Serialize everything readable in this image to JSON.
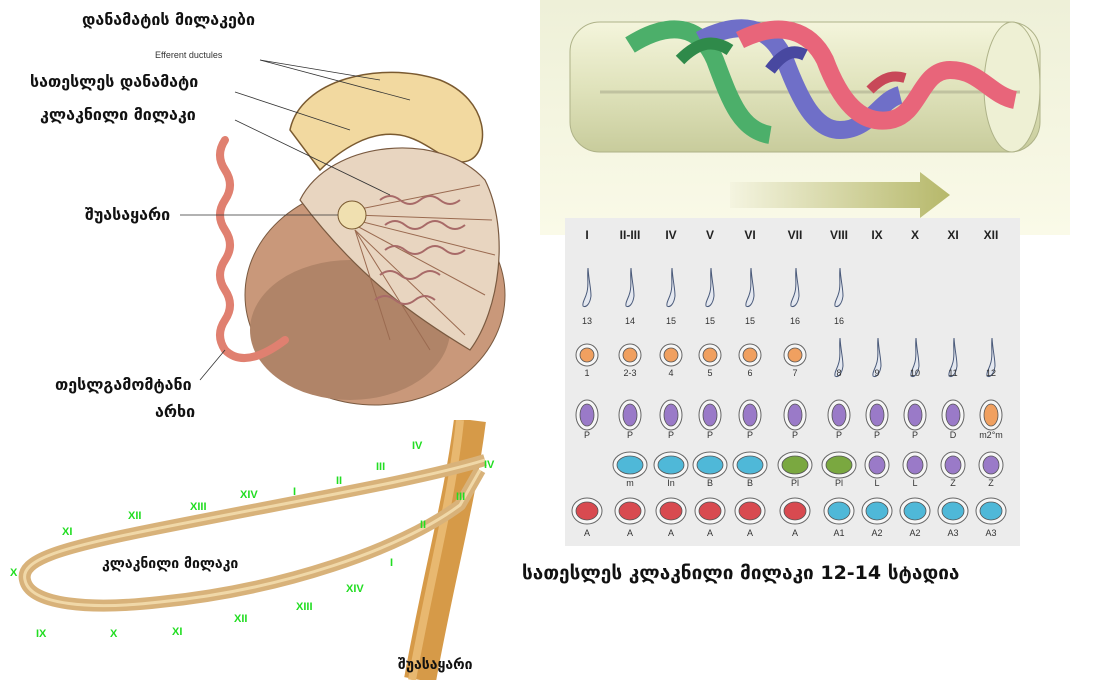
{
  "testis_labels": {
    "efferent_ductules_ka": "დანამატის მილაკები",
    "efferent_ductules_en": "Efferent ductules",
    "epididymis": "სათესლეს დანამატი",
    "seminiferous_tubule": "კლაკნილი მილაკი",
    "rete_testis": "შუასაყარი",
    "vas_deferens_line1": "თესლგამომტანი",
    "vas_deferens_line2": "არხი"
  },
  "tubule_diagram": {
    "tubule_label": "კლაკნილი მილაკი",
    "rete_label": "შუასაყარი",
    "upper_stages": [
      "XI",
      "XII",
      "XIII",
      "XIV",
      "I",
      "II",
      "III",
      "IV"
    ],
    "lower_stages": [
      "IX",
      "X",
      "XI",
      "XII",
      "XIII",
      "XIV",
      "I"
    ],
    "left_end_stage": "X",
    "inner_stages": [
      "II",
      "III",
      "IV"
    ]
  },
  "stage_panel": {
    "stages": [
      "I",
      "II-III",
      "IV",
      "V",
      "VI",
      "VII",
      "VIII",
      "IX",
      "X",
      "XI",
      "XII"
    ],
    "spermatid_row1": [
      "13",
      "14",
      "15",
      "15",
      "15",
      "16",
      "16"
    ],
    "spermatid_row2": [
      "1",
      "2-3",
      "4",
      "5",
      "6",
      "7",
      "8",
      "9",
      "10",
      "11",
      "12"
    ],
    "spermatocyte_row": [
      "P",
      "P",
      "P",
      "P",
      "P",
      "P",
      "P",
      "P",
      "P",
      "D",
      "m2°m"
    ],
    "intermediate_row": [
      "m",
      "In",
      "B",
      "B",
      "Pl",
      "Pl",
      "L",
      "L",
      "Z",
      "Z"
    ],
    "spermatogonia_row": [
      "A",
      "A",
      "A",
      "A",
      "A",
      "A",
      "A1",
      "A2",
      "A2",
      "A3",
      "A3"
    ]
  },
  "caption": "სათესლეს კლაკნილი მილაკი 12-14 სტადია",
  "colors": {
    "helix_green": "#4caf6a",
    "helix_blue": "#6f6fc8",
    "helix_red": "#e8657a",
    "tubule_tan": "#d8b27a",
    "stage_green": "#22dd22",
    "cell_orange": "#f0a060",
    "cell_purple": "#9a7ac8",
    "cell_cyan": "#4fb8d8",
    "cell_red": "#d84a50",
    "cell_olive": "#7aa840"
  }
}
